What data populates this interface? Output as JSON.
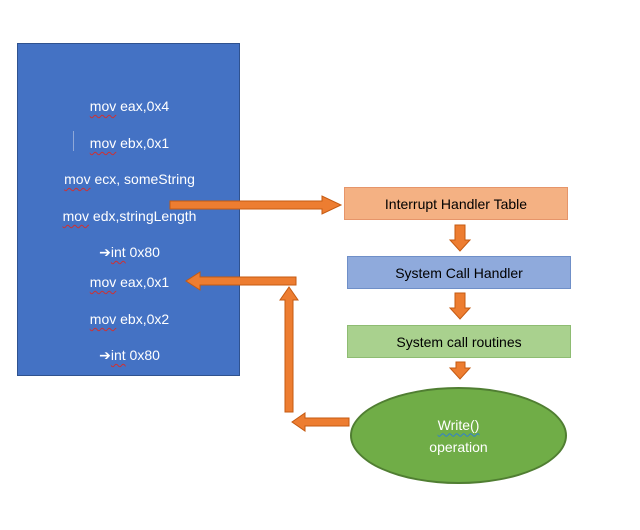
{
  "code_panel": {
    "lines": [
      {
        "mnemonic": "mov",
        "operand": " eax,0x4"
      },
      {
        "mnemonic": "mov",
        "operand": " ebx,0x1"
      },
      {
        "mnemonic": "mov",
        "operand": " ecx, someString"
      },
      {
        "mnemonic": "mov",
        "operand": " edx,stringLength"
      },
      {
        "arrow": "➔",
        "mnemonic": "int",
        "operand": " 0x80"
      },
      {
        "mnemonic": "mov",
        "operand": " eax,0x1"
      },
      {
        "mnemonic": "mov",
        "operand": " ebx,0x2"
      },
      {
        "arrow": "➔",
        "mnemonic": "int",
        "operand": " 0x80"
      }
    ],
    "color": "#4472c4"
  },
  "flow": {
    "interrupt_handler_table": "Interrupt Handler Table",
    "system_call_handler": "System Call Handler",
    "system_call_routines": "System call routines",
    "write_operation": {
      "line1": "Write()",
      "line2": "operation"
    }
  },
  "colors": {
    "arrow": "#ed7d31",
    "interrupt_box": "#f4b183",
    "handler_box": "#8faadc",
    "routines_box": "#a9d18e",
    "ellipse": "#70ad47"
  }
}
